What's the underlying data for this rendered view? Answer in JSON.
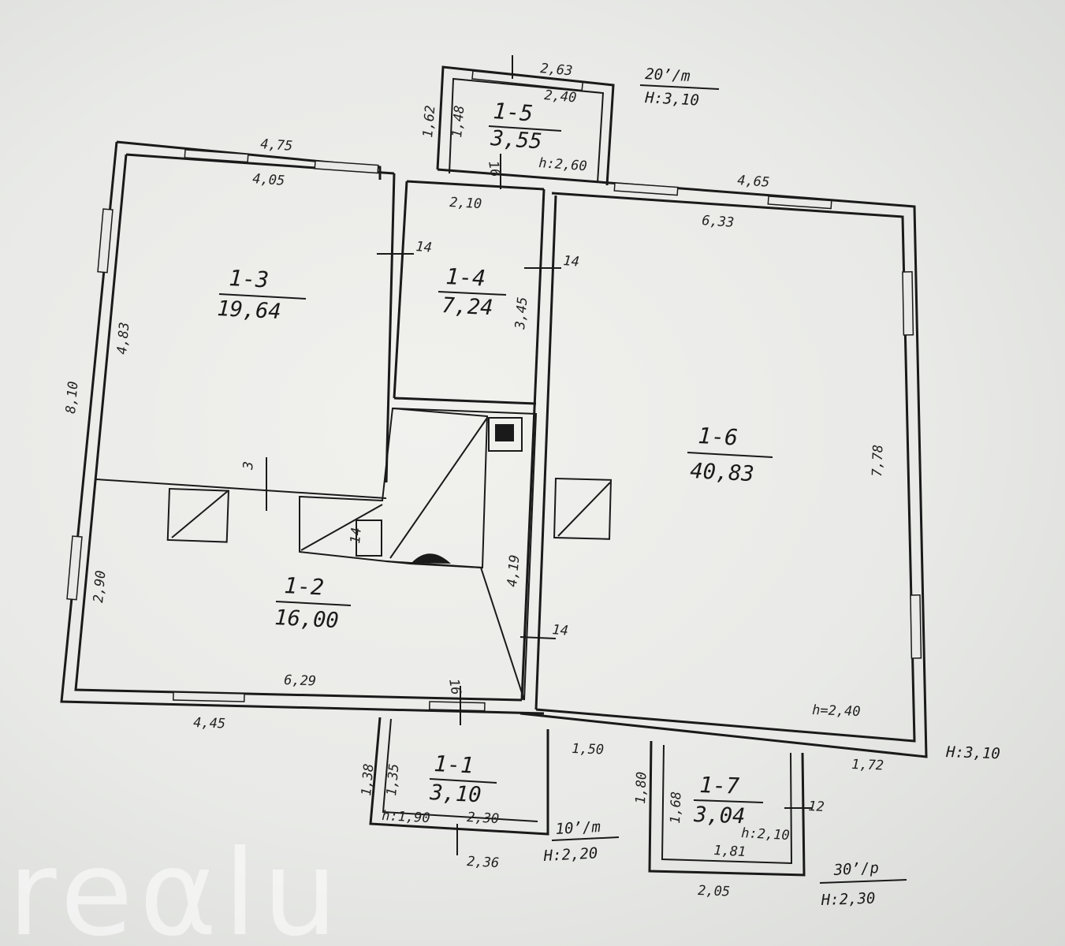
{
  "watermark": "reαlu",
  "rooms": [
    {
      "id": "1-1",
      "area": "3,10"
    },
    {
      "id": "1-2",
      "area": "16,00"
    },
    {
      "id": "1-3",
      "area": "19,64"
    },
    {
      "id": "1-4",
      "area": "7,24"
    },
    {
      "id": "1-5",
      "area": "3,55"
    },
    {
      "id": "1-6",
      "area": "40,83"
    },
    {
      "id": "1-7",
      "area": "3,04"
    }
  ],
  "dimensions": {
    "d_475": "4,75",
    "d_405": "4,05",
    "d_210": "2,10",
    "d_465": "4,65",
    "d_633": "6,33",
    "d_263": "2,63",
    "d_240": "2,40",
    "d_162": "1,62",
    "d_148": "1,48",
    "d_h260": "h:2,60",
    "d_16a": "16",
    "d_14a": "14",
    "d_14b": "14",
    "d_14c": "14",
    "d_14d": "14",
    "d_483": "4,83",
    "d_810": "8,10",
    "d_345": "3,45",
    "d_778": "7,78",
    "d_3": "3",
    "d_290": "2,90",
    "d_419": "4,19",
    "d_629": "6,29",
    "d_445": "4,45",
    "d_16b": "16",
    "d_h240": "h=2,40",
    "d_150": "1,50",
    "d_172": "1,72",
    "d_138": "1,38",
    "d_135": "1,35",
    "d_h190": "h:1,90",
    "d_230": "2,30",
    "d_236": "2,36",
    "d_180": "1,80",
    "d_168": "1,68",
    "d_12": "12",
    "d_h210": "h:2,10",
    "d_181": "1,81",
    "d_205": "2,05"
  },
  "notes": {
    "n_top_label": "20ʼ/m",
    "n_top_h": "H:3,10",
    "n_main_h": "H:3,10",
    "n_bl_label": "10ʼ/m",
    "n_bl_h": "H:2,20",
    "n_br_label": "30ʼ/p",
    "n_br_h": "H:2,30"
  }
}
